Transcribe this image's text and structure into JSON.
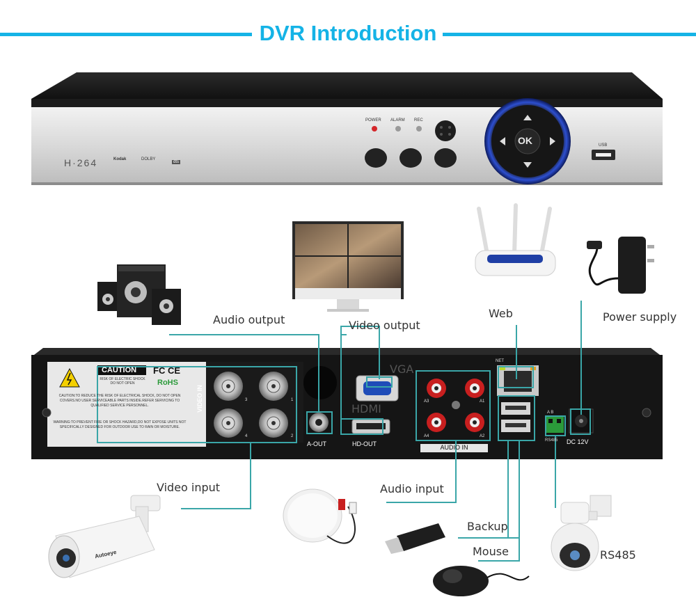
{
  "header": {
    "title": "DVR Introduction"
  },
  "front_panel": {
    "brand": "H·264",
    "logo_kodak": "Kodak",
    "logo_dolby": "DOLBY",
    "logo_dts": "dts",
    "ok_label": "OK",
    "led_labels": [
      "POWER",
      "ALARM",
      "REC"
    ],
    "usb_label": "USB"
  },
  "rear_panel": {
    "caution": "CAUTION",
    "caution_sub": "RISK OF ELECTRIC SHOCK DO NOT OPEN",
    "fcc": "FC CE",
    "rohs": "RoHS",
    "caution_text_1": "CAUTION:TO REDUCE THE RISK OF ELECTRICAL SHOCK, DO NOT OPEN COVERS.NO USER SERVICEABLE PARTS INSIDE.REFER SERVICING TO QUALIFIED SERVICE PERSONNEL.",
    "caution_text_2": "WARNING:TO PREVENT FIRE OR SHOCK HAZARD,DO NOT EXPOSE UNITS NOT SPECIFICALLY DESIGNED FOR OUTDOOR USE TO RAIN OR MOISTURE.",
    "video_in": "VIDEO IN",
    "bnc_numbers": [
      "3",
      "1",
      "4",
      "2"
    ],
    "a_out": "A-OUT",
    "hd_out": "HD-OUT",
    "vga_overlay": "VGA",
    "hdmi_overlay": "HDMI",
    "audio_in": "AUDIO IN",
    "audio_numbers": [
      "A3",
      "A1",
      "A4",
      "A2"
    ],
    "net": "NET",
    "ab": "A  B",
    "rs485_port": "RS485",
    "dc12v": "DC 12V"
  },
  "labels": {
    "audio_output": "Audio output",
    "video_output": "Video output",
    "web": "Web",
    "power_supply": "Power supply",
    "video_input": "Video input",
    "audio_input": "Audio input",
    "backup": "Backup",
    "mouse": "Mouse",
    "rs485": "RS485",
    "camera_brand": "Autoeye"
  },
  "colors": {
    "accent": "#15b3e6",
    "connector_line": "#3aa6a8"
  }
}
